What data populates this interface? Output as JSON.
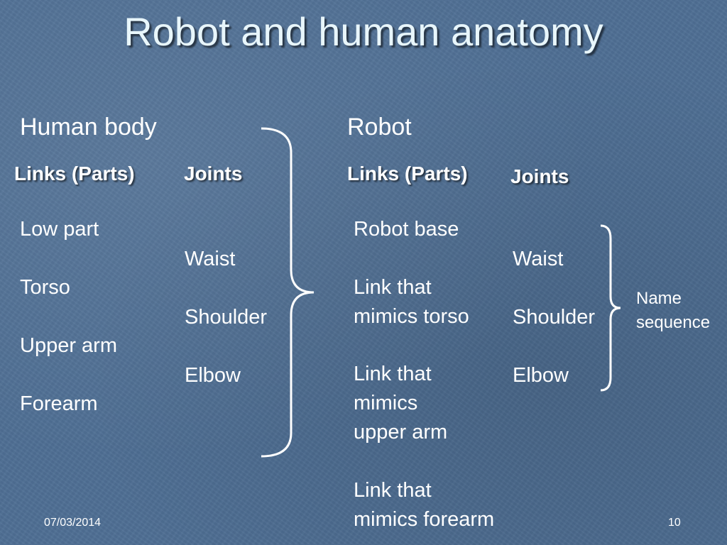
{
  "title": "Robot and human anatomy",
  "human": {
    "heading": "Human body",
    "links_header": "Links (Parts)",
    "joints_header": "Joints",
    "links": [
      "Low part",
      "Torso",
      "Upper arm",
      "Forearm"
    ],
    "joints": [
      "Waist",
      "Shoulder",
      "Elbow"
    ]
  },
  "robot": {
    "heading": "Robot",
    "links_header": "Links (Parts)",
    "joints_header": "Joints",
    "links": [
      [
        "Robot base"
      ],
      [
        "Link that",
        "mimics torso"
      ],
      [
        "Link that",
        "mimics",
        "upper arm"
      ],
      [
        "Link that",
        "mimics forearm"
      ]
    ],
    "joints": [
      "Waist",
      "Shoulder",
      "Elbow"
    ]
  },
  "note": [
    "Name",
    "sequence"
  ],
  "footer": {
    "date": "07/03/2014",
    "page": "10"
  }
}
